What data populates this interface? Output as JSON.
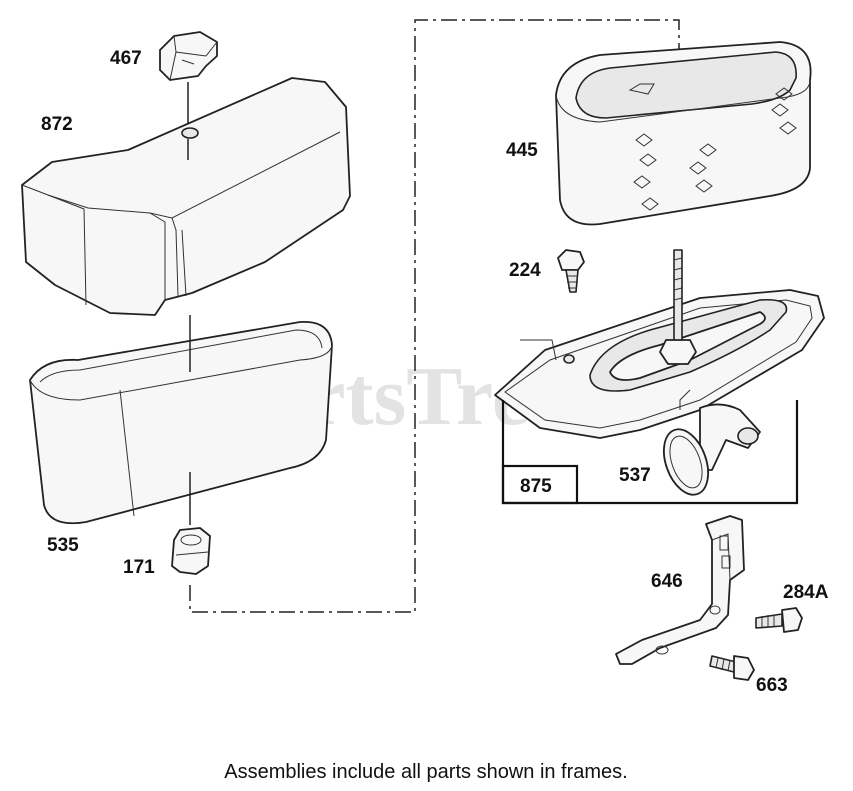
{
  "watermark": "PartsTree",
  "caption": "Assemblies include all parts shown in frames.",
  "parts": [
    {
      "id": "p467",
      "number": "467"
    },
    {
      "id": "p872",
      "number": "872"
    },
    {
      "id": "p535",
      "number": "535"
    },
    {
      "id": "p171",
      "number": "171"
    },
    {
      "id": "p445",
      "number": "445"
    },
    {
      "id": "p224",
      "number": "224"
    },
    {
      "id": "p875",
      "number": "875"
    },
    {
      "id": "p537",
      "number": "537"
    },
    {
      "id": "p646",
      "number": "646"
    },
    {
      "id": "p284A",
      "number": "284A"
    },
    {
      "id": "p663",
      "number": "663"
    }
  ]
}
